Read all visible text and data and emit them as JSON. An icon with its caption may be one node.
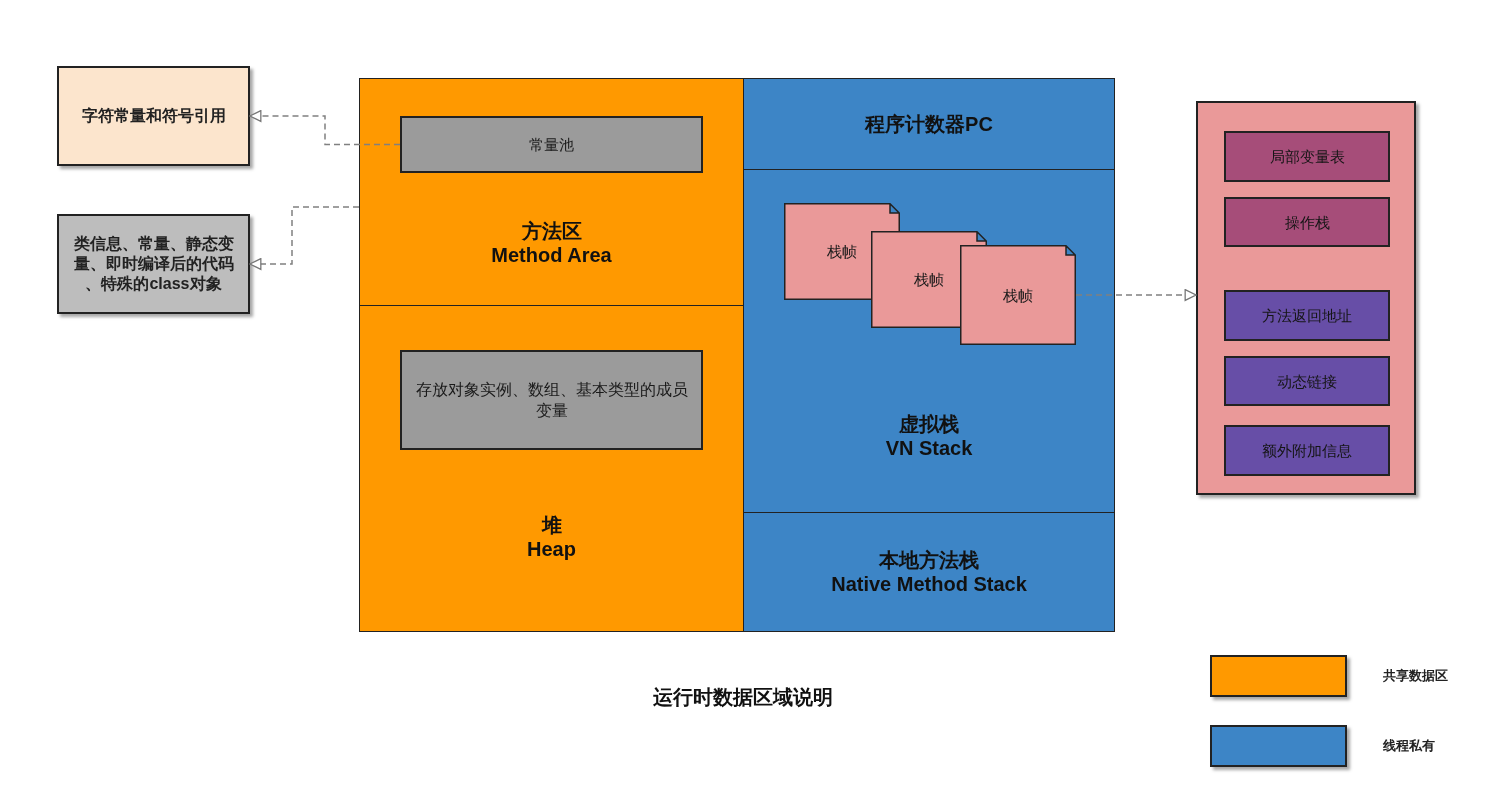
{
  "diagram": {
    "caption": "运行时数据区域说明",
    "nodes": [
      {
        "text": [
          "字符常量和符号引用"
        ]
      },
      {
        "text": [
          "类信息、常量、静态变量、即时编译后的代码、特殊的class对象"
        ]
      },
      {
        "text": [
          "方法区",
          "Method Area"
        ]
      },
      {
        "text": [
          "常量池"
        ],
        "in": 2
      },
      {
        "text": [
          "堆",
          "Heap"
        ]
      },
      {
        "text": [
          "存放对象实例、数组、基本类型的成员变量"
        ],
        "in": 4
      },
      {
        "text": [
          "程序计数器PC"
        ]
      },
      {
        "text": [
          "虚拟栈",
          "VN Stack"
        ]
      },
      {
        "text": [
          "栈帧"
        ],
        "in": 7
      },
      {
        "text": [
          "栈帧"
        ],
        "in": 7
      },
      {
        "text": [
          "栈帧"
        ],
        "in": 7
      },
      {
        "text": [
          "本地方法栈",
          "Native Method Stack"
        ]
      },
      {
        "text": [],
        "shape": "box"
      },
      {
        "text": [
          "局部变量表"
        ],
        "in": 12
      },
      {
        "text": [
          "操作栈"
        ],
        "in": 12
      },
      {
        "text": [
          "方法返回地址"
        ],
        "in": 12
      },
      {
        "text": [
          "动态链接"
        ],
        "in": 12
      },
      {
        "text": [
          "额外附加信息"
        ],
        "in": 12
      }
    ],
    "edges": [
      {
        "from": 3,
        "to": 0,
        "arrow": "to",
        "style": "dashed"
      },
      {
        "from": 2,
        "to": 1,
        "arrow": "to",
        "style": "dashed"
      },
      {
        "from": 10,
        "to": 12,
        "arrow": "to",
        "style": "dashed"
      }
    ],
    "legend": [
      {
        "text": "共享数据区",
        "color": "#ff9900"
      },
      {
        "text": "线程私有",
        "color": "#3d85c6"
      }
    ]
  }
}
